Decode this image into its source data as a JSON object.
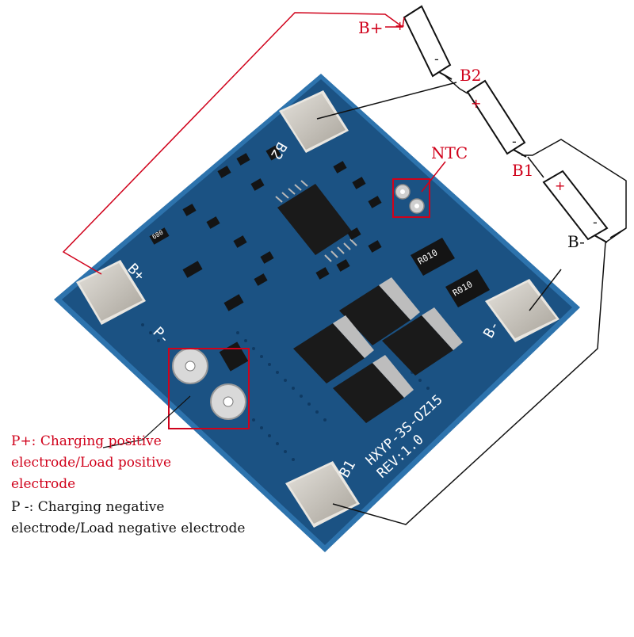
{
  "colors": {
    "board": "#1b5283",
    "board_edge": "#2d73ad",
    "pad": "#c6c2ba",
    "annotation_red": "#d0021b",
    "annotation_black": "#111111"
  },
  "battery_labels": {
    "b_plus": "B+",
    "b2": "B2",
    "b1": "B1",
    "b_minus": "B-",
    "ntc": "NTC"
  },
  "cell_polarity": {
    "positive": "+",
    "negative": "-"
  },
  "silkscreen": {
    "b2": "B2",
    "b_plus": "B+",
    "p_minus": "P-",
    "b_minus": "B-",
    "b1": "B1",
    "model": "HXYP-3S-OZ15",
    "rev": "REV:1.0",
    "resistor_1": "R010",
    "resistor_2": "R010",
    "smd_resistor": "680"
  },
  "description": {
    "p_plus_line1": "P+: Charging positive",
    "p_plus_line2": "electrode/Load positive",
    "p_plus_line3": "electrode",
    "p_minus_line1": "P -: Charging negative",
    "p_minus_line2": "electrode/Load negative electrode"
  }
}
